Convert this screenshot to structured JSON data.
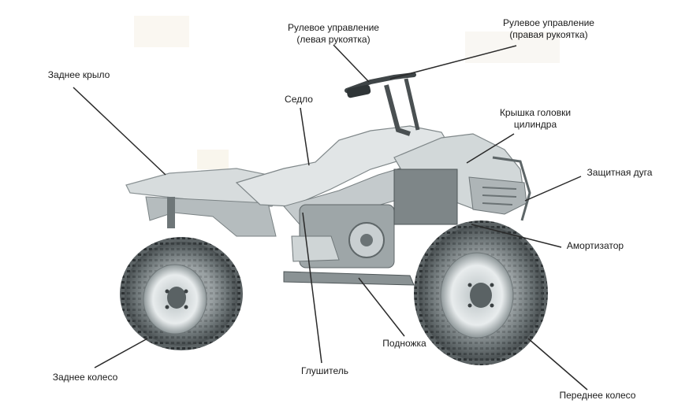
{
  "labels": {
    "steering_left": [
      "Рулевое управление",
      "(левая рукоятка)"
    ],
    "steering_right": [
      "Рулевое управление",
      "(правая рукоятка)"
    ],
    "rear_fender": "Заднее крыло",
    "seat": "Седло",
    "cylinder_head_cover": [
      "Крышка головки",
      "цилиндра"
    ],
    "bumper": "Защитная дуга",
    "shock_absorber": "Амортизатор",
    "footrest": "Подножка",
    "muffler": "Глушитель",
    "rear_wheel": "Заднее колесо",
    "front_wheel": "Переднее колесо"
  }
}
